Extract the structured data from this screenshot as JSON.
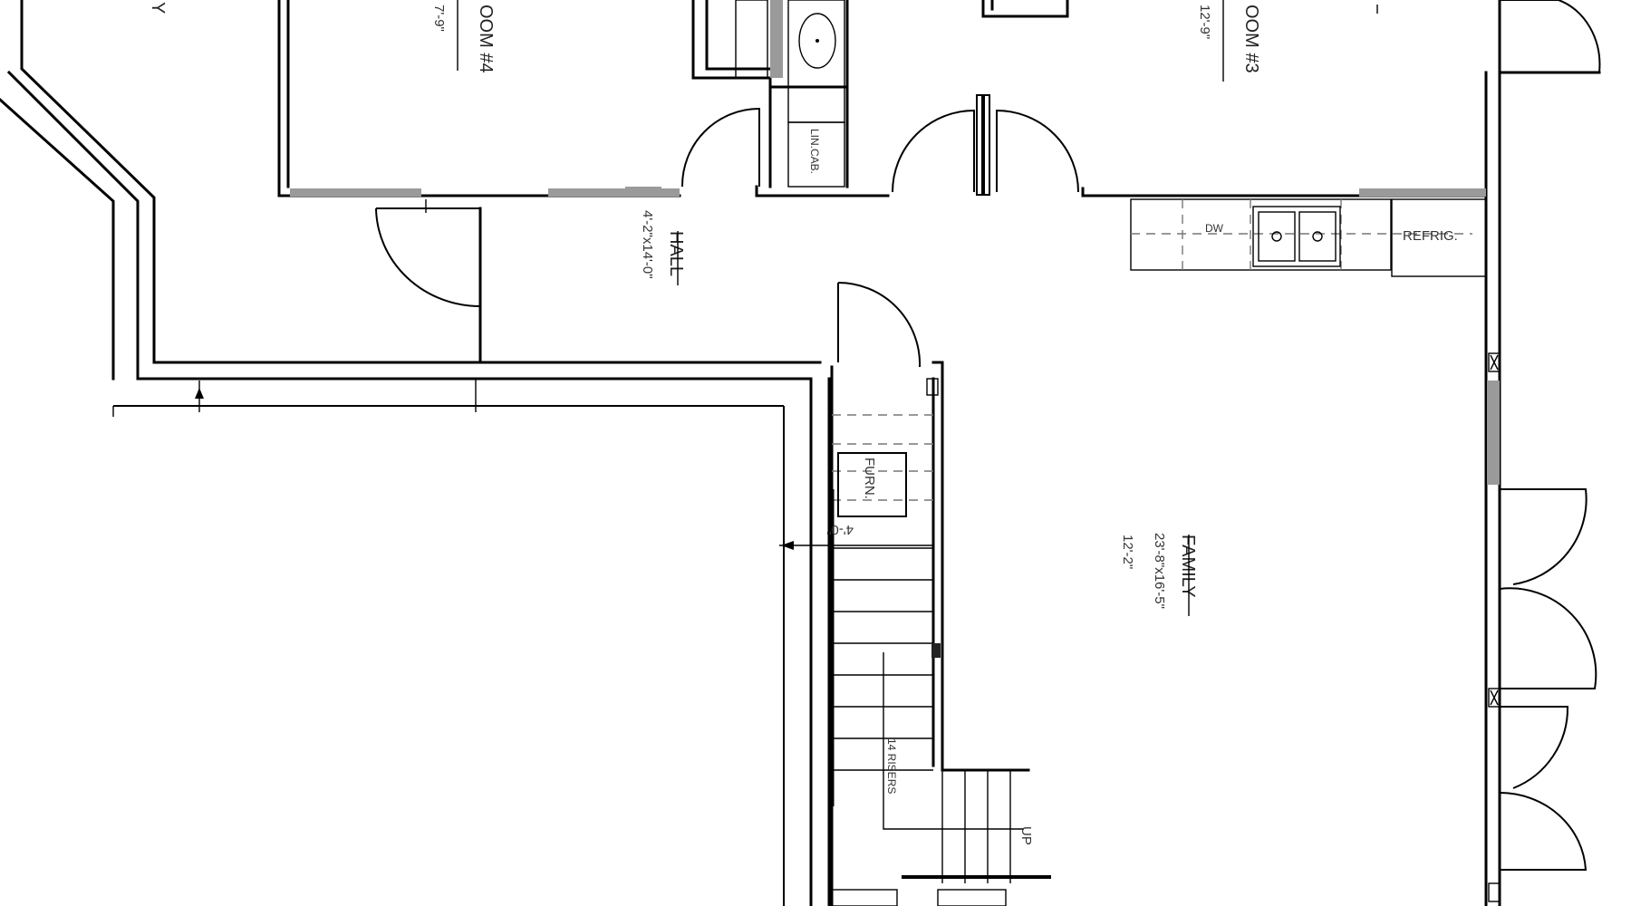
{
  "rooms": {
    "bedroom4": {
      "name": "OOM #4",
      "dim": "7'-9\""
    },
    "bedroom3": {
      "name": "OOM #3",
      "dim": "12'-9\""
    },
    "hall": {
      "name": "HALL",
      "dim": "4'-2\"x14'-0\""
    },
    "family": {
      "name": "FAMILY",
      "dim": "23'-8\"x16'-5\"",
      "height": "12'-2\""
    },
    "left_partial": {
      "name": "Y"
    }
  },
  "fixtures": {
    "linen_cabinet": "LIN.CAB.",
    "dishwasher": "DW",
    "refrigerator": "REFRIG.",
    "furnace": "FURN."
  },
  "stairs": {
    "width": "4'-0\"",
    "risers": "14 RISERS",
    "direction": "UP"
  }
}
